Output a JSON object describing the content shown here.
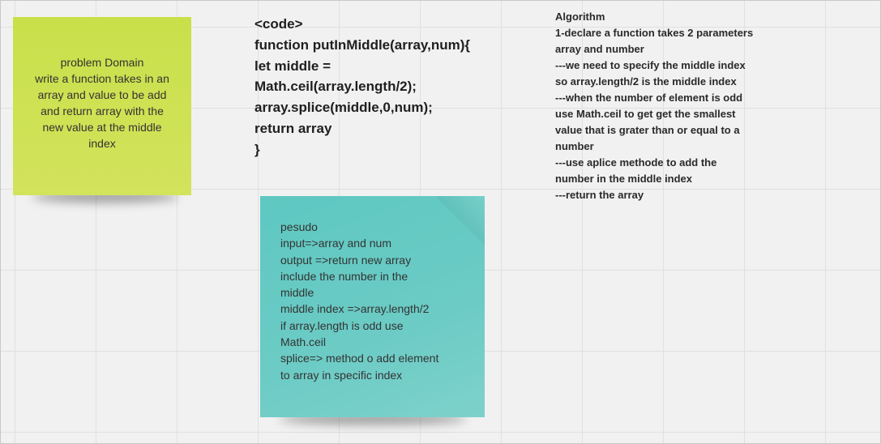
{
  "problem_note": {
    "lines": [
      "problem Domain",
      "write a function takes in an",
      "array and value to be add",
      "and return array with the",
      "new value at the middle",
      "index"
    ]
  },
  "code_text": {
    "lines": [
      "<code>",
      "function putInMiddle(array,num){",
      "let middle =",
      "Math.ceil(array.length/2);",
      "array.splice(middle,0,num);",
      "return array",
      "}"
    ]
  },
  "algorithm_text": {
    "lines": [
      "Algorithm",
      "1-declare a function takes 2 parameters",
      "array and number",
      "---we need to specify the middle index",
      "so array.length/2 is the middle index",
      "---when the number of element is odd",
      "use Math.ceil to get get the smallest",
      "value that is grater than  or equal to a",
      "number",
      "---use aplice methode to add the",
      "number in the middle index",
      "---return the array"
    ]
  },
  "pseudo_note": {
    "lines": [
      "pesudo",
      "input=>array and num",
      "output =>return new array",
      "include the number in the",
      "middle",
      "middle index =>array.length/2",
      "if array.length is odd use",
      "Math.ceil",
      "splice=> method o add element",
      "to array in specific index"
    ]
  },
  "colors": {
    "canvas_background": "#f1f1f1",
    "grid_line": "#e0e0e0",
    "problem_note": "#cde152",
    "pseudo_note": "#66cac3",
    "text": "#333333"
  }
}
